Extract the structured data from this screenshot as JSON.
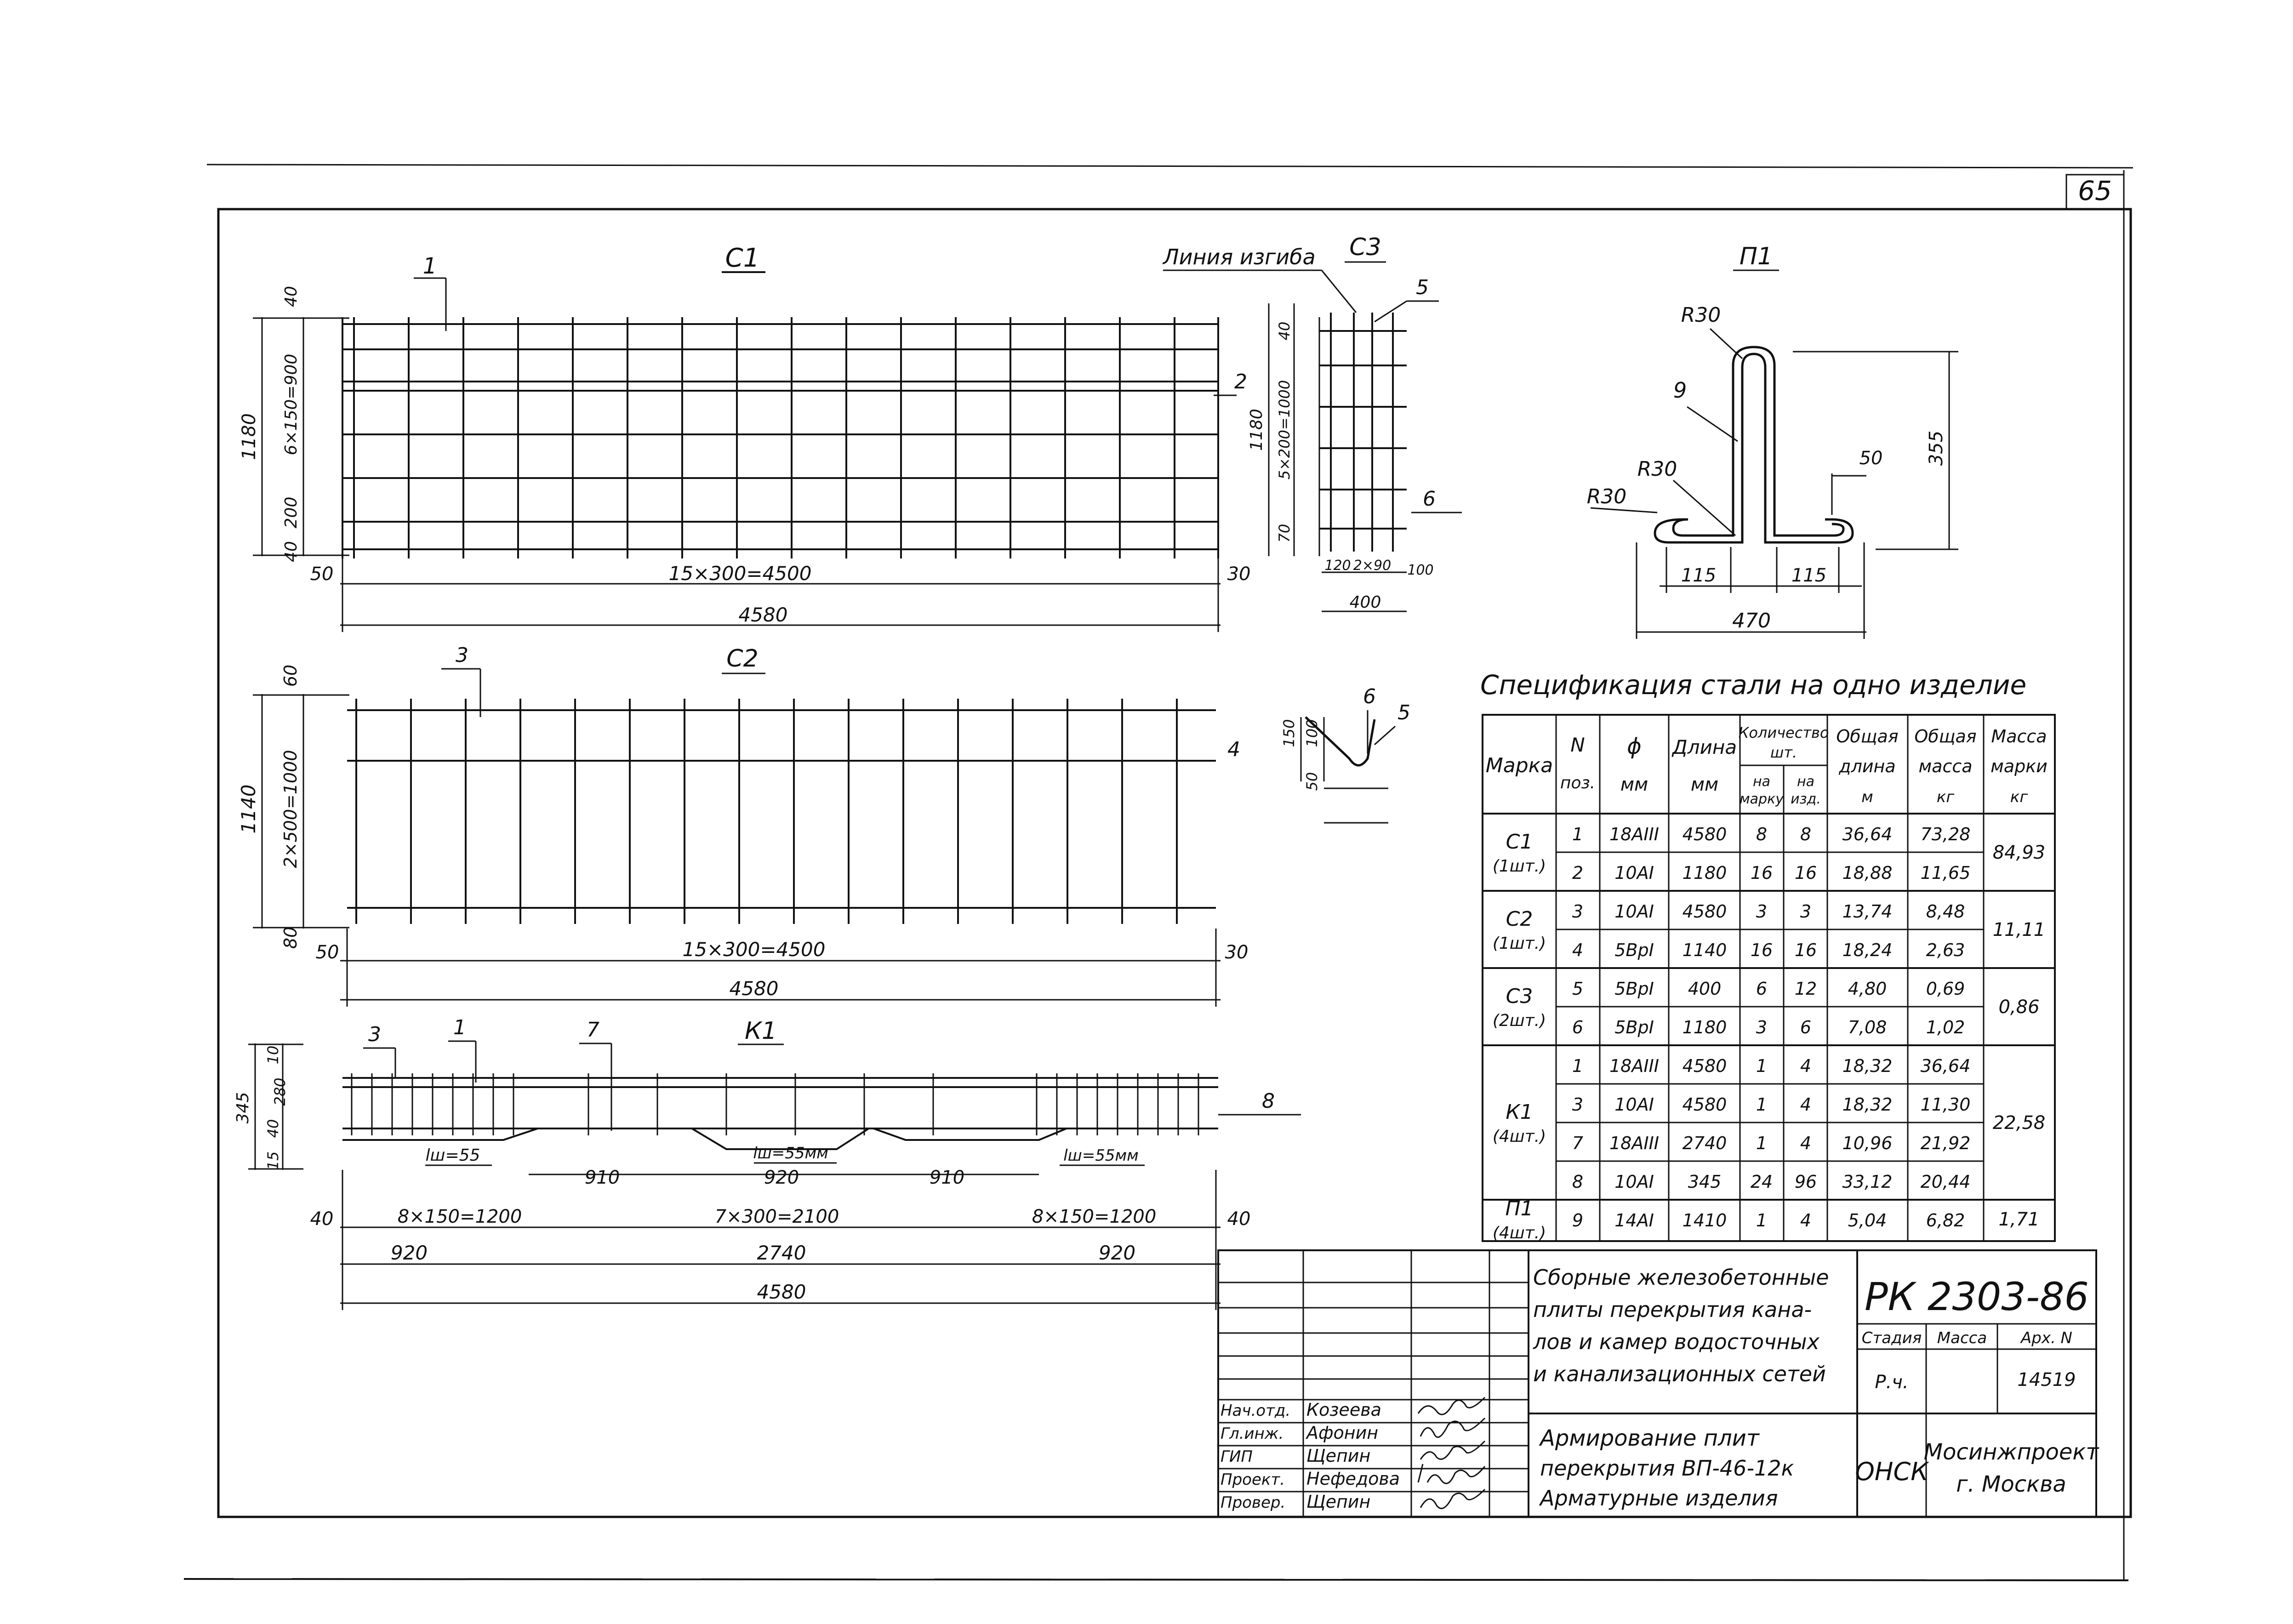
{
  "sheet": {
    "page_number": "65"
  },
  "c1": {
    "title": "С1",
    "callout": "1",
    "bottom_dim": "15×300=4500",
    "overall_dim": "4580",
    "left_end": "50",
    "right_end": "30",
    "height_dim": "1180",
    "inner_dims": [
      "40",
      "6×150=900",
      "200",
      "40"
    ],
    "right_callout": "2"
  },
  "c3": {
    "title": "С3",
    "bend_label": "Линия изгиба",
    "callout_top": "5",
    "callout_bottom": "6",
    "height_dim": "1180",
    "inner_dims": [
      "40",
      "5×200=1000",
      "70"
    ],
    "bottom_dims": [
      "120",
      "2×90",
      "100"
    ],
    "width_dim": "400"
  },
  "p1": {
    "title": "П1",
    "radius_top": "R30",
    "radius_left1": "R30",
    "radius_left2": "R30",
    "callout": "9",
    "height_dim": "355",
    "hook_dim": "50",
    "base_left": "115",
    "base_right": "115",
    "width_dim": "470"
  },
  "c2": {
    "title": "С2",
    "callout": "3",
    "right_callout": "4",
    "height_dim": "1140",
    "inner_dims": [
      "60",
      "2×500=1000",
      "80"
    ],
    "bottom_dim": "15×300=4500",
    "overall_dim": "4580",
    "left_end": "50",
    "right_end": "30"
  },
  "c2_section": {
    "callout_6": "6",
    "callout_5": "5",
    "dims": [
      "150",
      "100",
      "50"
    ]
  },
  "k1": {
    "title": "К1",
    "callouts": [
      "3",
      "1",
      "7"
    ],
    "right_callout": "8",
    "height_dims": [
      "345",
      "10",
      "280",
      "40",
      "15"
    ],
    "weld_left": "lш=55",
    "weld_mid": "lш=55мм",
    "weld_right": "lш=55мм",
    "bent_dims": [
      "910",
      "920",
      "910"
    ],
    "spacing_dims": [
      "8×150=1200",
      "7×300=2100",
      "8×150=1200"
    ],
    "left_end": "40",
    "right_end": "40",
    "segment_dims": [
      "920",
      "2740",
      "920"
    ],
    "overall_dim": "4580"
  },
  "spec": {
    "title": "Спецификация  стали  на  одно  изделие",
    "headers": {
      "mark": "Марка",
      "pos": [
        "N",
        "поз."
      ],
      "diam": [
        "ϕ",
        "мм"
      ],
      "length": [
        "Длина",
        "мм"
      ],
      "qty": [
        "Количество",
        "шт."
      ],
      "qty_mark": [
        "на",
        "марку"
      ],
      "qty_item": [
        "на",
        "изд."
      ],
      "total_len": [
        "Общая",
        "длина",
        "м"
      ],
      "total_mass": [
        "Общая",
        "масса",
        "кг"
      ],
      "mark_mass": [
        "Масса",
        "марки",
        "кг"
      ]
    },
    "groups": [
      {
        "mark": "С1",
        "count": "(1шт.)",
        "mass": "84,93"
      },
      {
        "mark": "С2",
        "count": "(1шт.)",
        "mass": "11,11"
      },
      {
        "mark": "С3",
        "count": "(2шт.)",
        "mass": "0,86"
      },
      {
        "mark": "К1",
        "count": "(4шт.)",
        "mass": "22,58"
      },
      {
        "mark": "П1",
        "count": "(4шт.)",
        "mass": "1,71"
      }
    ],
    "rows": [
      [
        "1",
        "18АIII",
        "4580",
        "8",
        "8",
        "36,64",
        "73,28"
      ],
      [
        "2",
        "10АI",
        "1180",
        "16",
        "16",
        "18,88",
        "11,65"
      ],
      [
        "3",
        "10АI",
        "4580",
        "3",
        "3",
        "13,74",
        "8,48"
      ],
      [
        "4",
        "5ВрI",
        "1140",
        "16",
        "16",
        "18,24",
        "2,63"
      ],
      [
        "5",
        "5ВрI",
        "400",
        "6",
        "12",
        "4,80",
        "0,69"
      ],
      [
        "6",
        "5ВрI",
        "1180",
        "3",
        "6",
        "7,08",
        "1,02"
      ],
      [
        "1",
        "18АIII",
        "4580",
        "1",
        "4",
        "18,32",
        "36,64"
      ],
      [
        "3",
        "10АI",
        "4580",
        "1",
        "4",
        "18,32",
        "11,30"
      ],
      [
        "7",
        "18АIII",
        "2740",
        "1",
        "4",
        "10,96",
        "21,92"
      ],
      [
        "8",
        "10АI",
        "345",
        "24",
        "96",
        "33,12",
        "20,44"
      ],
      [
        "9",
        "14АI",
        "1410",
        "1",
        "4",
        "5,04",
        "6,82"
      ]
    ]
  },
  "title_block": {
    "project": [
      "Сборные железобетонные",
      "плиты перекрытия кана-",
      "лов и камер водосточных",
      "и канализационных сетей"
    ],
    "code": "РК 2303-86",
    "stage_label": "Стадия",
    "mass_label": "Масса",
    "arch_label": "Арх. N",
    "stage_value": "Р.ч.",
    "arch_value": "14519",
    "sheet_title": [
      "Армирование плит",
      "перекрытия ВП-46-12к",
      "Арматурные изделия"
    ],
    "dept": "ОНСК",
    "org": [
      "Мосинжпроект",
      "г. Москва"
    ],
    "roles": [
      "Нач.отд.",
      "Гл.инж.",
      "ГИП",
      "Проект.",
      "Провер."
    ],
    "names": [
      "Козеева",
      "Афонин",
      "Щепин",
      "Нефедова",
      "Щепин"
    ]
  }
}
